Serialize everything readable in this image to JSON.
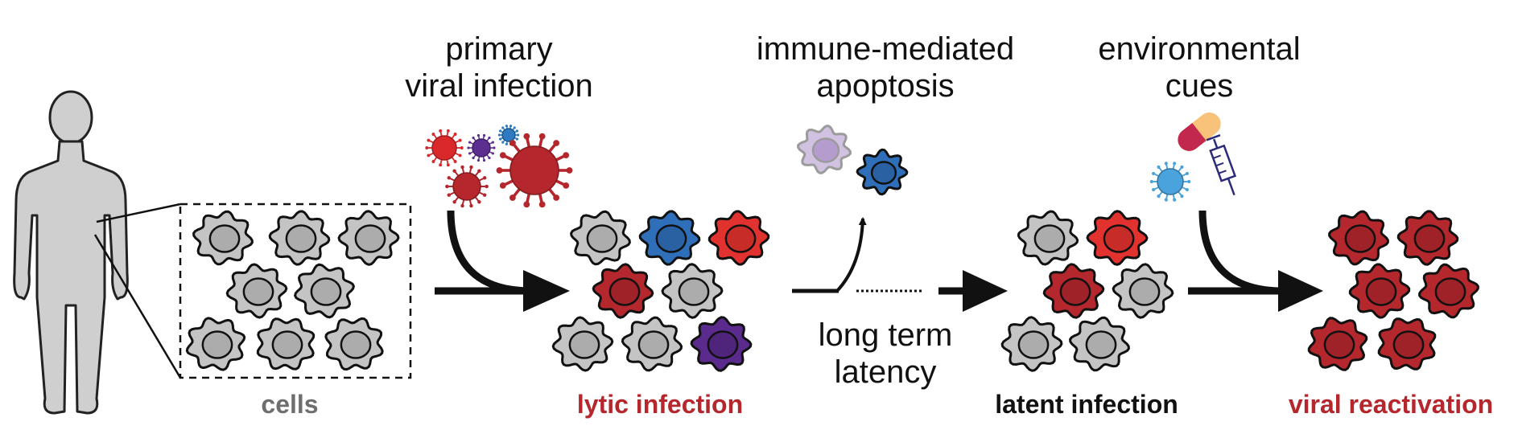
{
  "labels": {
    "primary": [
      "primary",
      "viral infection"
    ],
    "immune": [
      "immune-mediated",
      "apoptosis"
    ],
    "environmental": [
      "environmental",
      "cues"
    ],
    "latency": [
      "long term",
      "latency"
    ],
    "cells": "cells",
    "lytic": "lytic infection",
    "latent": "latent infection",
    "reactivation": "viral reactivation"
  },
  "colors": {
    "gray_cell": "#c4c4c4",
    "gray_nucleus": "#b0b0b0",
    "blue_cell": "#2f6eb8",
    "red_cell": "#e2322f",
    "dark_red_cell": "#b4272c",
    "purple_cell": "#5a2a8c",
    "outline": "#111111",
    "cells_label": "#6e6e6e",
    "accent_label": "#b5262d",
    "body": "#cfcfcf"
  }
}
